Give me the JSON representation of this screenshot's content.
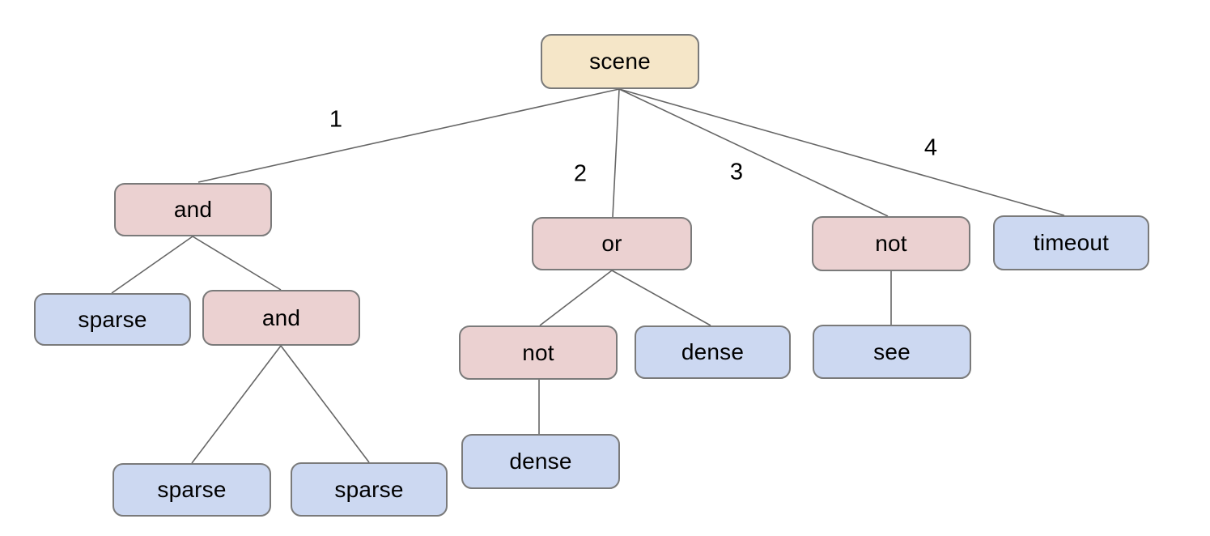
{
  "diagram": {
    "type": "tree",
    "root": "scene",
    "nodes": {
      "scene": {
        "label": "scene",
        "kind": "root"
      },
      "and1": {
        "label": "and",
        "kind": "operator"
      },
      "or1": {
        "label": "or",
        "kind": "operator"
      },
      "not1": {
        "label": "not",
        "kind": "operator"
      },
      "timeout1": {
        "label": "timeout",
        "kind": "leaf"
      },
      "sparse1": {
        "label": "sparse",
        "kind": "leaf"
      },
      "and2": {
        "label": "and",
        "kind": "operator"
      },
      "not2": {
        "label": "not",
        "kind": "operator"
      },
      "dense1": {
        "label": "dense",
        "kind": "leaf"
      },
      "see1": {
        "label": "see",
        "kind": "leaf"
      },
      "sparse2": {
        "label": "sparse",
        "kind": "leaf"
      },
      "sparse3": {
        "label": "sparse",
        "kind": "leaf"
      },
      "dense2": {
        "label": "dense",
        "kind": "leaf"
      }
    },
    "edges": [
      {
        "from": "scene",
        "to": "and1",
        "label": "1"
      },
      {
        "from": "scene",
        "to": "or1",
        "label": "2"
      },
      {
        "from": "scene",
        "to": "not1",
        "label": "3"
      },
      {
        "from": "scene",
        "to": "timeout1",
        "label": "4"
      },
      {
        "from": "and1",
        "to": "sparse1",
        "label": ""
      },
      {
        "from": "and1",
        "to": "and2",
        "label": ""
      },
      {
        "from": "and2",
        "to": "sparse2",
        "label": ""
      },
      {
        "from": "and2",
        "to": "sparse3",
        "label": ""
      },
      {
        "from": "or1",
        "to": "not2",
        "label": ""
      },
      {
        "from": "or1",
        "to": "dense1",
        "label": ""
      },
      {
        "from": "not2",
        "to": "dense2",
        "label": ""
      },
      {
        "from": "not1",
        "to": "see1",
        "label": ""
      }
    ],
    "colors": {
      "root_fill": "#f5e6c8",
      "operator_fill": "#ebd1d1",
      "leaf_fill": "#ccd8f1",
      "node_border": "#7a7a7a",
      "edge_line": "#666666",
      "text": "#000000",
      "background": "#ffffff"
    }
  }
}
